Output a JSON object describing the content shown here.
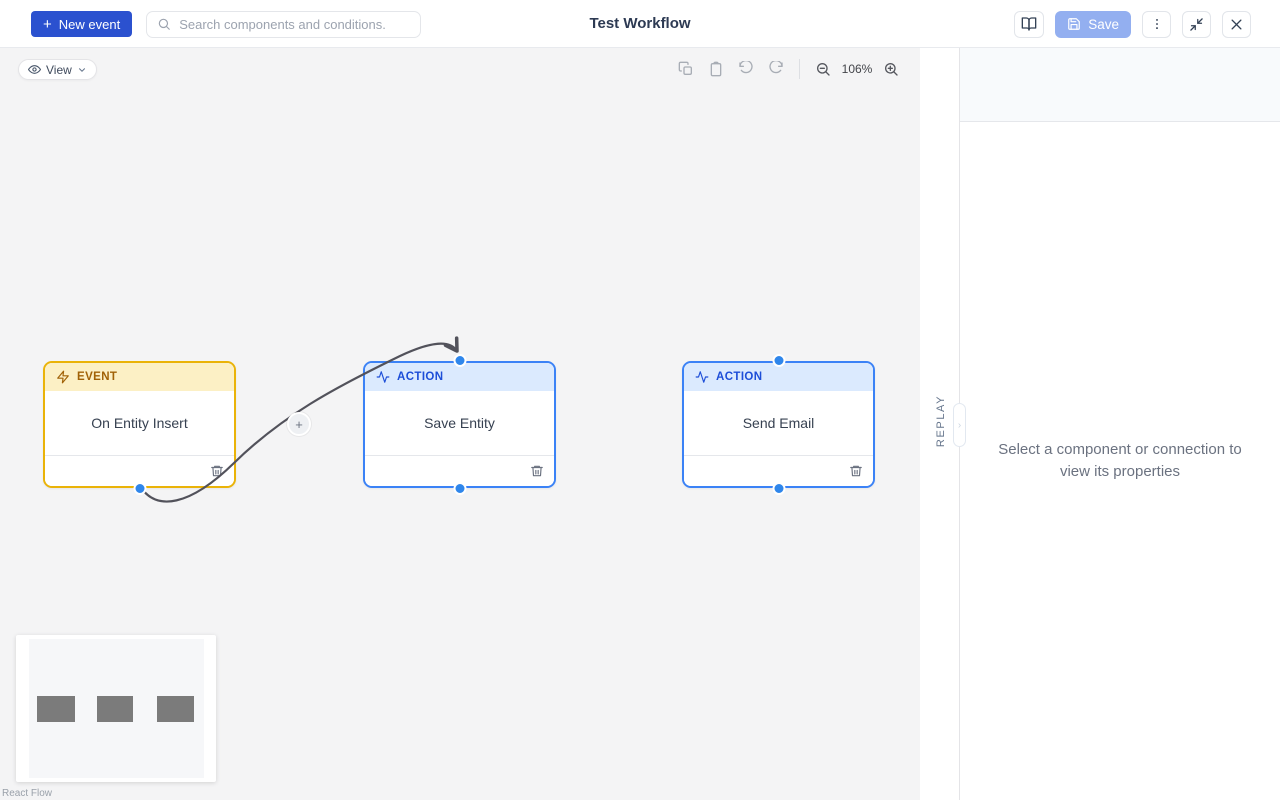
{
  "topbar": {
    "new_event_label": "New event",
    "new_event_plus": "+",
    "search_placeholder": "Search components and conditions.",
    "title": "Test Workflow",
    "save_label": "Save"
  },
  "canvas": {
    "view_label": "View",
    "zoom_level": "106%",
    "attribution": "React Flow"
  },
  "nodes": [
    {
      "type": "EVENT",
      "label": "On Entity Insert"
    },
    {
      "type": "ACTION",
      "label": "Save Entity"
    },
    {
      "type": "ACTION",
      "label": "Send Email"
    }
  ],
  "edge": {
    "add_label": "+"
  },
  "replay": {
    "label": "REPLAY",
    "chevron": "›"
  },
  "panel": {
    "empty_message": "Select a component or connection to view its properties"
  },
  "colors": {
    "primary_blue": "#2b51cf",
    "save_disabled_blue": "#93aff0",
    "event_border": "#eab308",
    "event_header_bg": "#fcf0c5",
    "event_text": "#a16207",
    "action_border": "#3b82f6",
    "action_header_bg": "#dbeafe",
    "action_text": "#1d4ed8",
    "handle_blue": "#2f86eb",
    "edge_gray": "#52525b",
    "canvas_bg": "#f4f4f5"
  }
}
